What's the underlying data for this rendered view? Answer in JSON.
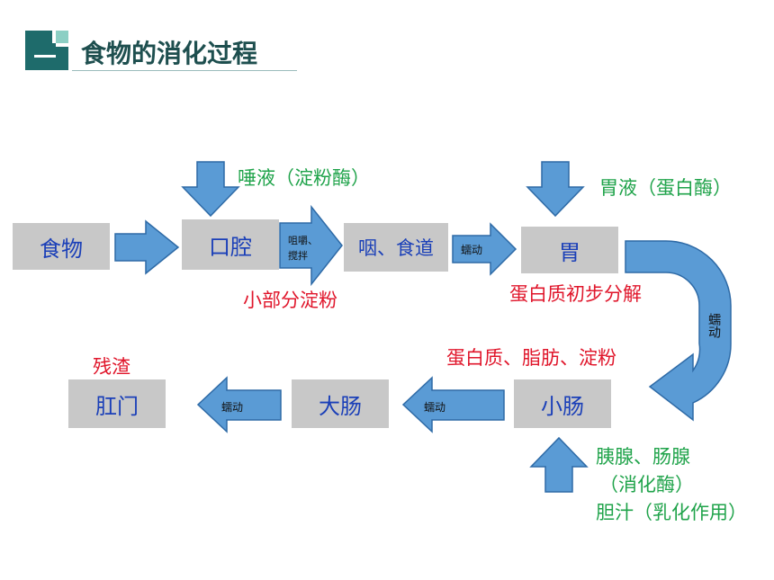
{
  "header": {
    "title": "食物的消化过程"
  },
  "nodes": {
    "food": "食物",
    "mouth": "口腔",
    "pharynx_esophagus": "咽、食道",
    "stomach": "胃",
    "small_intestine": "小肠",
    "large_intestine": "大肠",
    "anus": "肛门"
  },
  "annotations": {
    "saliva": "唾液（淀粉酶）",
    "gastric_juice": "胃液（蛋白酶）",
    "starch_partial": "小部分淀粉",
    "protein_initial": "蛋白质初步分解",
    "nutrients": "蛋白质、脂肪、淀粉",
    "residue": "残渣",
    "pancreas_intestine": "胰腺、肠腺",
    "digestive_enzyme": "（消化酶）",
    "bile": "胆汁（乳化作用）"
  },
  "arrow_labels": {
    "chew_line1": "咀嚼、",
    "chew_line2": "搅拌",
    "peristalsis_esophagus": "蠕动",
    "peristalsis_curve": "蠕动",
    "peristalsis_small": "蠕动",
    "peristalsis_large": "蠕动"
  },
  "colors": {
    "arrow_fill": "#5a9bd5",
    "arrow_stroke": "#2e6aa6",
    "box_fill": "#c8c8c8",
    "box_text": "#1a3fb8",
    "green_text": "#1fa34a",
    "red_text": "#e0162b",
    "header_accent": "#1e6b6b"
  }
}
